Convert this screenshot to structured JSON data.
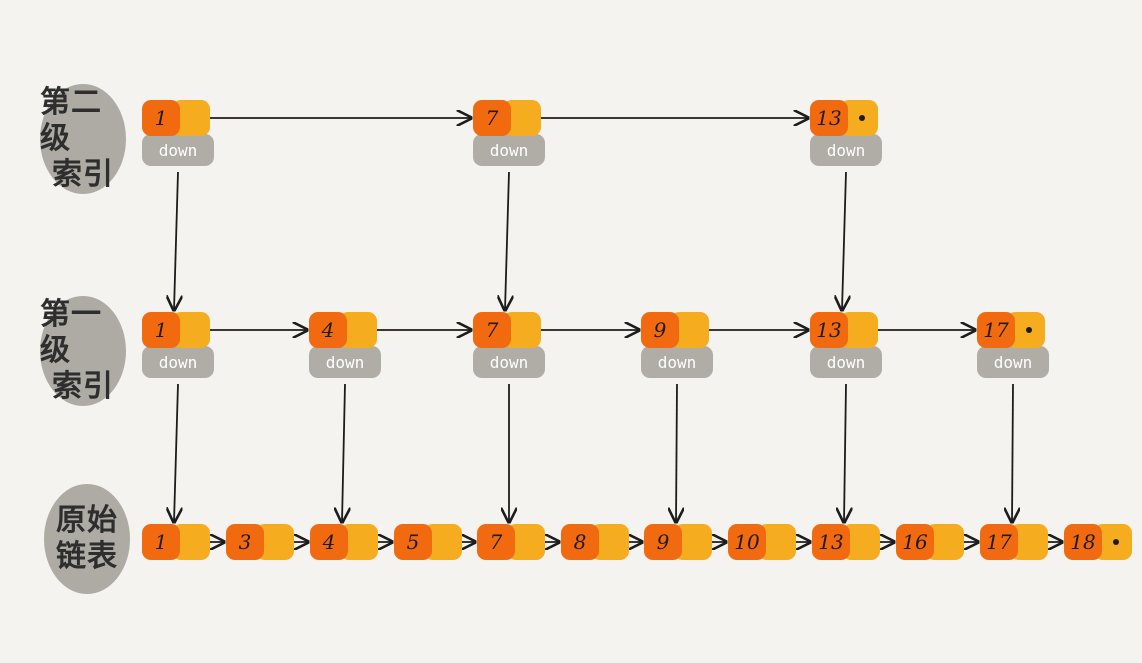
{
  "levels": [
    {
      "id": "level2",
      "label_line1": "第二级",
      "label_line2": "索引",
      "nodes": [
        {
          "value": "1",
          "down": "down",
          "terminal": false
        },
        {
          "value": "7",
          "down": "down",
          "terminal": false
        },
        {
          "value": "13",
          "down": "down",
          "terminal": true
        }
      ]
    },
    {
      "id": "level1",
      "label_line1": "第一级",
      "label_line2": "索引",
      "nodes": [
        {
          "value": "1",
          "down": "down",
          "terminal": false
        },
        {
          "value": "4",
          "down": "down",
          "terminal": false
        },
        {
          "value": "7",
          "down": "down",
          "terminal": false
        },
        {
          "value": "9",
          "down": "down",
          "terminal": false
        },
        {
          "value": "13",
          "down": "down",
          "terminal": false
        },
        {
          "value": "17",
          "down": "down",
          "terminal": true
        }
      ]
    },
    {
      "id": "level0",
      "label_line1": "原始",
      "label_line2": "链表",
      "nodes": [
        {
          "value": "1",
          "terminal": false
        },
        {
          "value": "3",
          "terminal": false
        },
        {
          "value": "4",
          "terminal": false
        },
        {
          "value": "5",
          "terminal": false
        },
        {
          "value": "7",
          "terminal": false
        },
        {
          "value": "8",
          "terminal": false
        },
        {
          "value": "9",
          "terminal": false
        },
        {
          "value": "10",
          "terminal": false
        },
        {
          "value": "13",
          "terminal": false
        },
        {
          "value": "16",
          "terminal": false
        },
        {
          "value": "17",
          "terminal": false
        },
        {
          "value": "18",
          "terminal": true
        }
      ]
    }
  ],
  "colors": {
    "key": "#f26a10",
    "next": "#f5ad1f",
    "down": "#b0ada6",
    "label_bg": "#aeaba4",
    "arrow": "#1c1c1c",
    "background": "#f4f3ef"
  }
}
